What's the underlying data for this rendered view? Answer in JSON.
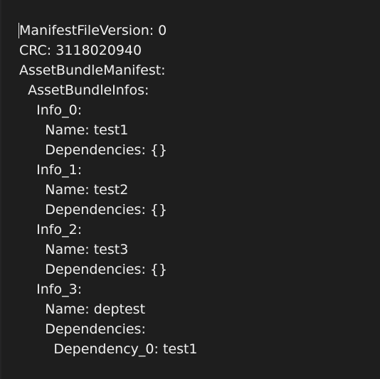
{
  "editor": {
    "lines": [
      "ManifestFileVersion: 0",
      "CRC: 3118020940",
      "AssetBundleManifest:",
      "  AssetBundleInfos:",
      "    Info_0:",
      "      Name: test1",
      "      Dependencies: {}",
      "    Info_1:",
      "      Name: test2",
      "      Dependencies: {}",
      "    Info_2:",
      "      Name: test3",
      "      Dependencies: {}",
      "    Info_3:",
      "      Name: deptest",
      "      Dependencies:",
      "        Dependency_0: test1"
    ],
    "colors": {
      "background": "#1e1e1e",
      "text": "#f0f0f0"
    }
  }
}
